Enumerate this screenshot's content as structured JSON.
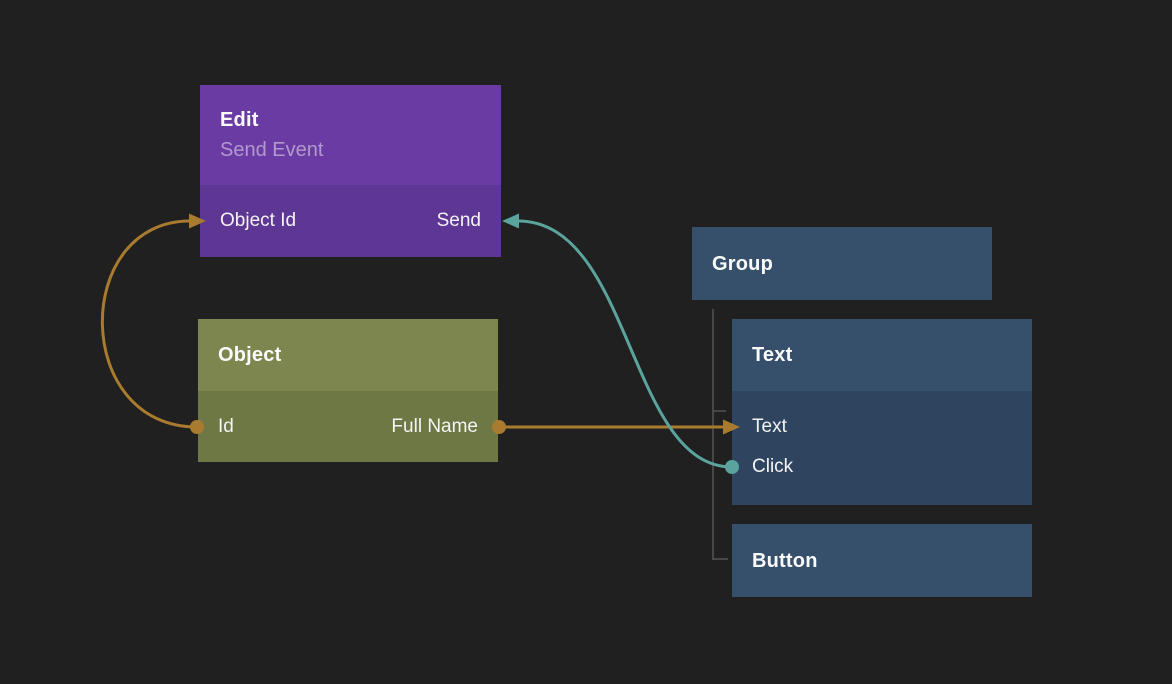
{
  "canvas": {
    "background": "#202020",
    "tree_line_color": "#474747"
  },
  "nodes": {
    "edit": {
      "title": "Edit",
      "subtitle": "Send Event",
      "header_color": "#6a3ba2",
      "body_color": "#5e3693",
      "input_port": "Object Id",
      "output_port": "Send"
    },
    "object": {
      "title": "Object",
      "header_color": "#7d864e",
      "body_color": "#6e7845",
      "input_port": "Id",
      "output_port": "Full Name"
    },
    "group": {
      "title": "Group",
      "header_color": "#36506c"
    },
    "text": {
      "title": "Text",
      "header_color": "#36506c",
      "body_color": "#2f455f",
      "port_text": "Text",
      "port_click": "Click"
    },
    "button": {
      "title": "Button",
      "header_color": "#36506c"
    }
  },
  "connections": [
    {
      "from": "Object.Id",
      "to": "Edit.Object Id",
      "color": "#a87b2e",
      "style": "dot-to-arrow curve"
    },
    {
      "from": "Object.Full Name",
      "to": "Text.Text",
      "color": "#a87b2e",
      "style": "dot-to-arrow straight"
    },
    {
      "from": "Text.Click",
      "to": "Edit.Send",
      "color": "#5ba49d",
      "style": "dot-to-arrow s-curve"
    }
  ],
  "group_children": [
    "Text",
    "Button"
  ]
}
